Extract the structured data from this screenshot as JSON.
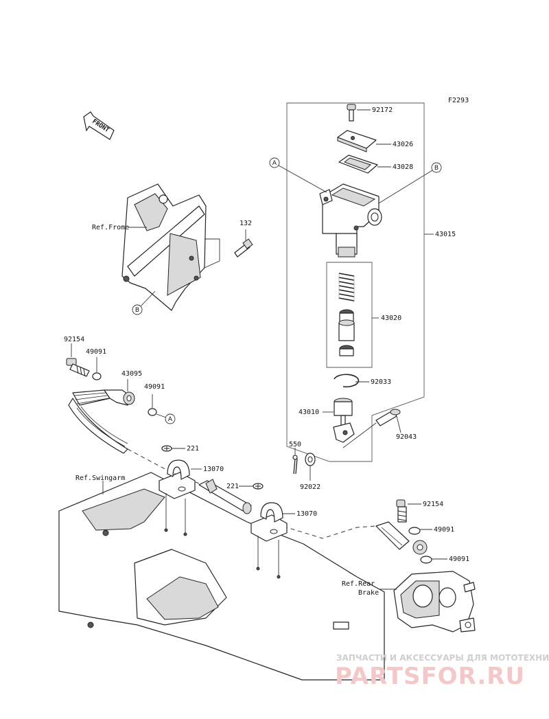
{
  "diagram_code": "F2293",
  "front_marker": "FRONT",
  "refs": {
    "frame": "Ref.Frome",
    "swingarm": "Ref.Swingarm",
    "rear_brake_line1": "Ref.Rear",
    "rear_brake_line2": "Brake"
  },
  "callouts": {
    "A": "A",
    "B": "B"
  },
  "parts": {
    "p92172": "92172",
    "p43026": "43026",
    "p43028": "43028",
    "p43015": "43015",
    "p43020": "43020",
    "p92033": "92033",
    "p43010": "43010",
    "p92043": "92043",
    "p550": "550",
    "p92022": "92022",
    "p132": "132",
    "p92154_top": "92154",
    "p49091_a": "49091",
    "p43095": "43095",
    "p49091_b": "49091",
    "p221_a": "221",
    "p13070_a": "13070",
    "p221_b": "221",
    "p13070_b": "13070",
    "p92154_bottom": "92154",
    "p49091_c": "49091",
    "p49091_d": "49091"
  },
  "watermark": {
    "tagline": "ЗАПЧАСТИ И АКСЕССУАРЫ ДЛЯ МОТОТЕХНИКИ",
    "brand": "PARTSFOR.RU"
  },
  "colors": {
    "line": "#222222",
    "watermark_brand": "#f4c8c8",
    "watermark_tagline": "#cfcfcf"
  }
}
